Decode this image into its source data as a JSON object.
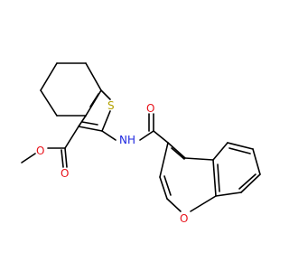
{
  "molecule": {
    "labels": {
      "S": {
        "text": "S",
        "color": "#b3a100"
      },
      "O_carbonyl_ester": {
        "text": "O",
        "color": "#e8131b"
      },
      "O_methoxy": {
        "text": "O",
        "color": "#e8131b"
      },
      "NH": {
        "text": "NH",
        "color": "#1f28e0"
      },
      "O_amide": {
        "text": "O",
        "color": "#e8131b"
      },
      "O_ring": {
        "text": "O",
        "color": "#e8131b"
      }
    },
    "bond_color": "#000000",
    "background": "#ffffff"
  }
}
